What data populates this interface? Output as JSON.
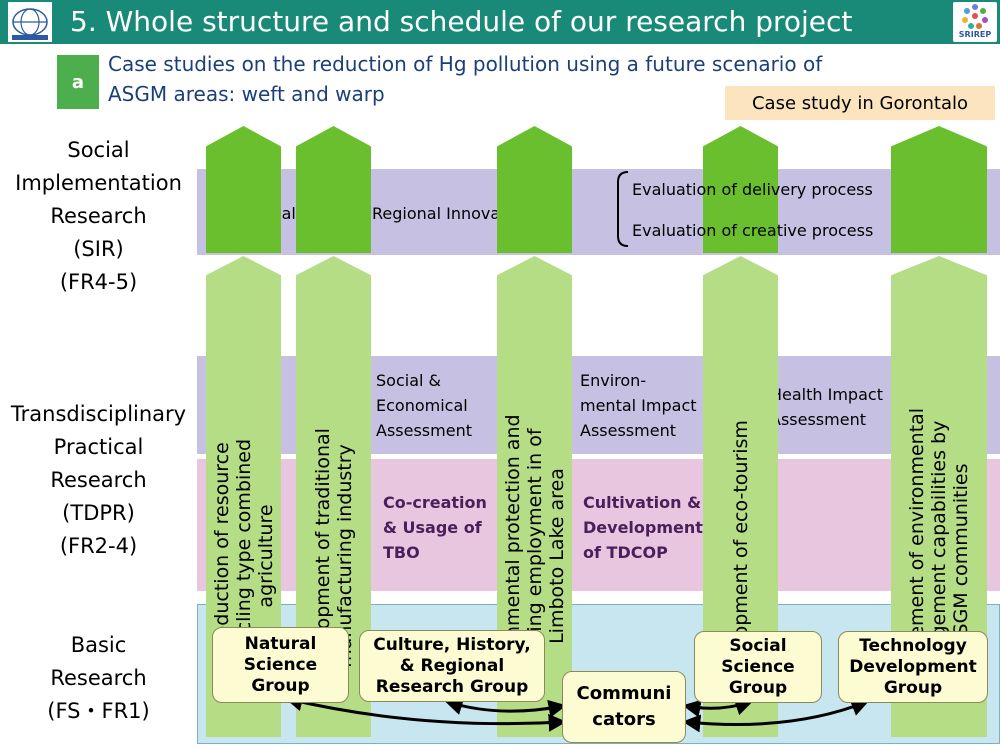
{
  "header": {
    "title": "5. Whole structure and schedule of our research project",
    "logo_right": "SRIREP"
  },
  "subtitle": {
    "badge": "a",
    "line1": "Case studies on the reduction of Hg pollution using a future scenario of",
    "line2": "ASGM areas: weft and warp",
    "case_label": "Case study in Gorontalo"
  },
  "levels": {
    "sir": [
      "Social",
      "Implementation",
      "Research",
      "(SIR)",
      "(FR4-5)"
    ],
    "tdpr": [
      "Transdisciplinary",
      "Practical",
      "Research",
      "(TDPR)",
      "(FR2-4)"
    ],
    "basic": [
      "Basic",
      "Research",
      "(FS・FR1)"
    ]
  },
  "sir_band": {
    "regional": "Evaluation of Regional Innovation",
    "delivery": "Evaluation of delivery process",
    "creative": "Evaluation of creative process"
  },
  "tdpr_band": {
    "social_econ": [
      "Social &",
      "Economical",
      "Assessment"
    ],
    "env_impact": [
      "Environ-",
      "mental Impact",
      "Assessment"
    ],
    "health": [
      "Health Impact",
      "Assessment"
    ],
    "cocreation": [
      "Co-creation",
      "& Usage of",
      "TBO"
    ],
    "cultivation": [
      "Cultivation &",
      "Development",
      "of TDCOP"
    ]
  },
  "columns": [
    [
      "Introduction of resource",
      "recycling type combined",
      "agriculture"
    ],
    [
      "Development of traditional",
      "manufacturing industry"
    ],
    [
      "Environmental protection and",
      "securing employment in of",
      "Limboto Lake area"
    ],
    [
      "Development of eco-tourism"
    ],
    [
      "Improvement of environmental",
      "management capabilities by",
      "ASGM communities"
    ]
  ],
  "groups": {
    "natural": [
      "Natural",
      "Science",
      "Group"
    ],
    "culture": [
      "Culture, History,",
      "& Regional",
      "Research Group"
    ],
    "communicators": [
      "Communi",
      "cators"
    ],
    "social": [
      "Social",
      "Science",
      "Group"
    ],
    "technology": [
      "Technology",
      "Development",
      "Group"
    ]
  },
  "colors": {
    "header_bg": "#1a8a78",
    "arrow_top": "#6abf2e",
    "arrow_body": "#b4dd86",
    "band_purple": "#c6c1e2",
    "band_pink": "#e8c6e0",
    "band_blue": "#c8e6ef",
    "box_fill": "#fdfbd2"
  }
}
